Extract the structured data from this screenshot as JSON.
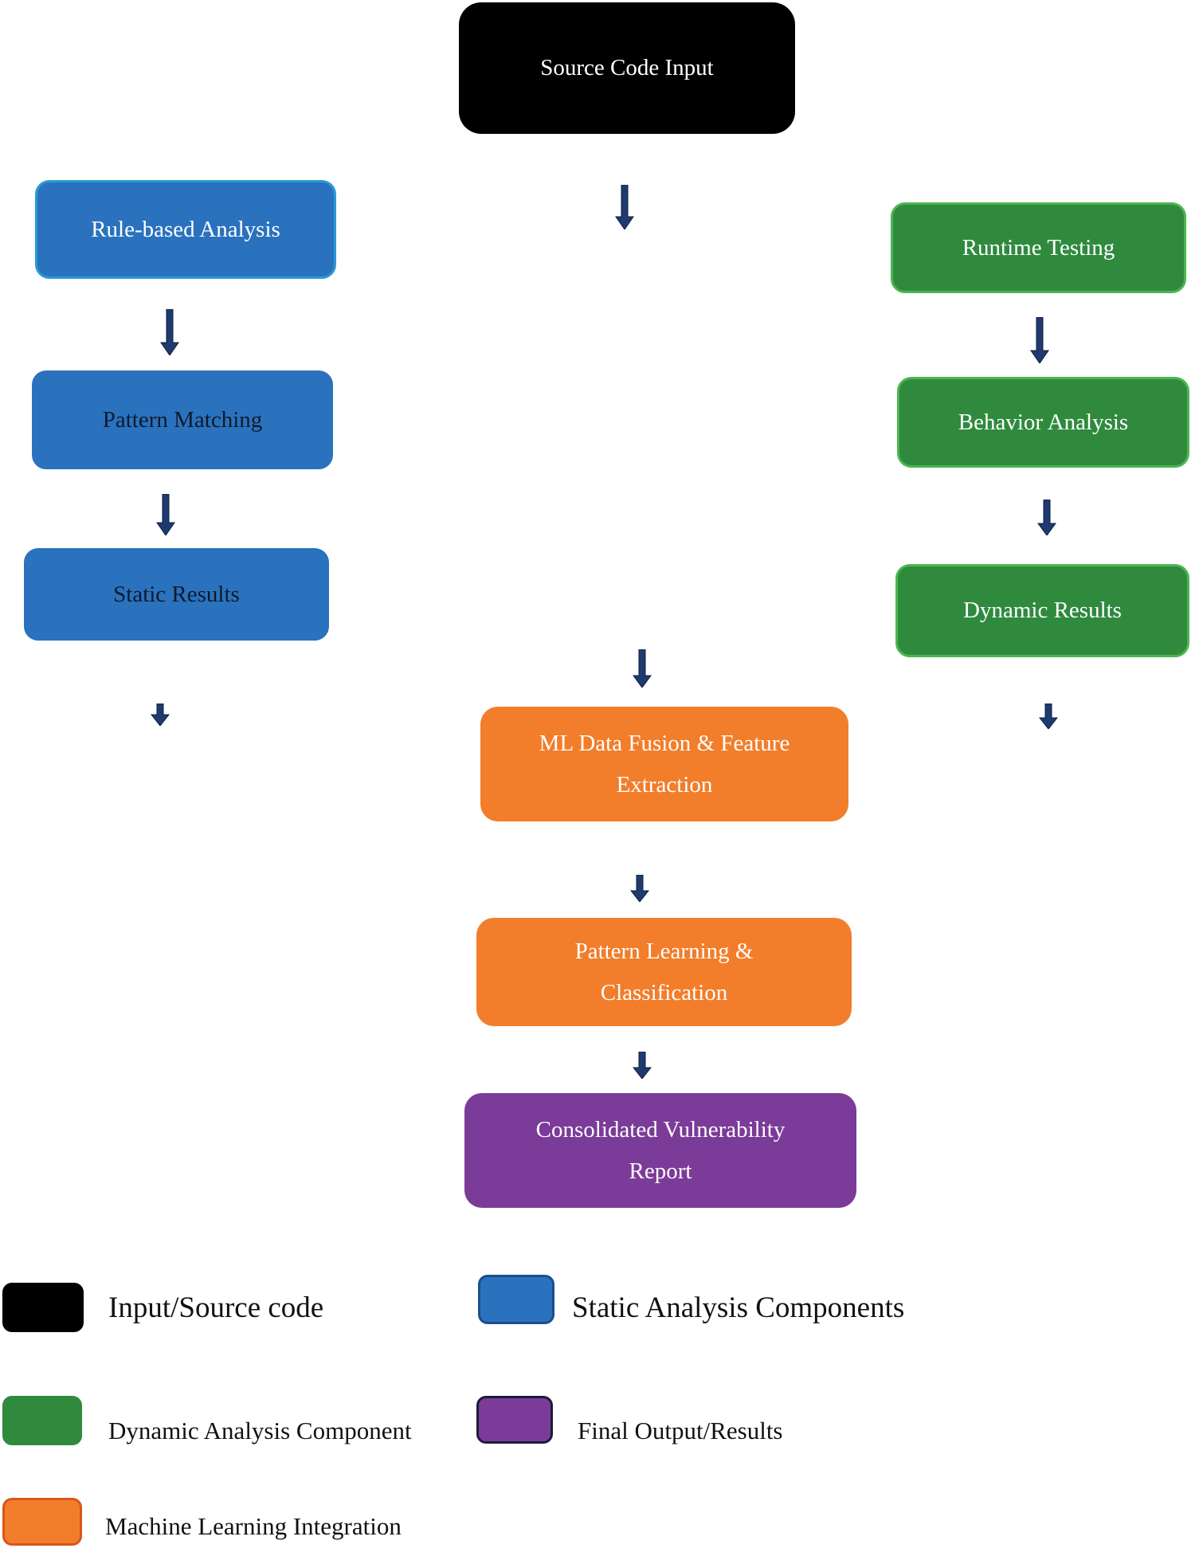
{
  "nodes": {
    "source": "Source Code Input",
    "rule": "Rule-based Analysis",
    "pattern_matching": "Pattern Matching",
    "static_results": "Static Results",
    "runtime": "Runtime Testing",
    "behavior": "Behavior Analysis",
    "dynamic_results": "Dynamic Results",
    "ml_fusion_line1": "ML Data Fusion & Feature",
    "ml_fusion_line2": "Extraction",
    "pattern_learning_line1": "Pattern Learning &",
    "pattern_learning_line2": "Classification",
    "report_line1": "Consolidated Vulnerability",
    "report_line2": "Report"
  },
  "legend": {
    "input": "Input/Source code",
    "static": "Static Analysis Components",
    "dynamic": "Dynamic Analysis Component",
    "final": "Final Output/Results",
    "ml": "Machine Learning Integration"
  },
  "colors": {
    "input": "#000000",
    "static": "#2a72be",
    "dynamic": "#2f8a3e",
    "ml": "#f27d2a",
    "final": "#7b3b99",
    "arrow": "#1f3a6e"
  }
}
